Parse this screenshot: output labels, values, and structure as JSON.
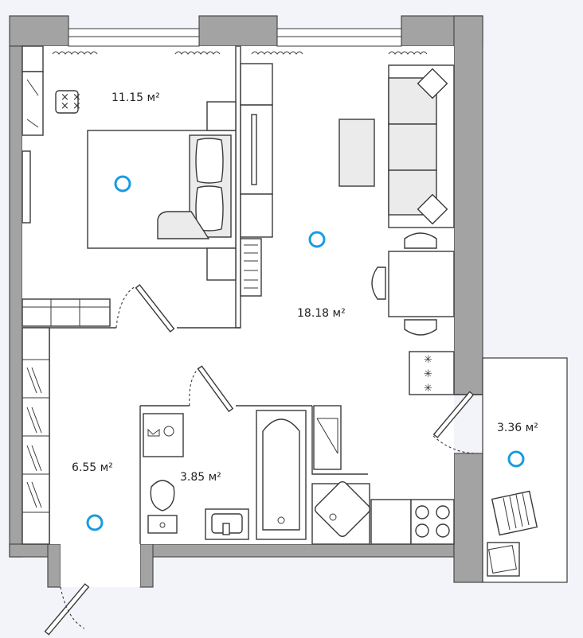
{
  "rooms": [
    {
      "id": "bedroom",
      "area": "11.15 м²"
    },
    {
      "id": "living-kitchen",
      "area": "18.18 м²"
    },
    {
      "id": "balcony",
      "area": "3.36 м²"
    },
    {
      "id": "hallway",
      "area": "6.55 м²"
    },
    {
      "id": "bathroom",
      "area": "3.85 м²"
    }
  ],
  "colors": {
    "wall": "#a3a3a3",
    "marker": "#1a9be0",
    "background": "#f2f4f9"
  },
  "icons": [
    "room-marker-icon",
    "stove-burner-icon",
    "sink-icon",
    "toilet-icon",
    "washing-machine-icon"
  ]
}
